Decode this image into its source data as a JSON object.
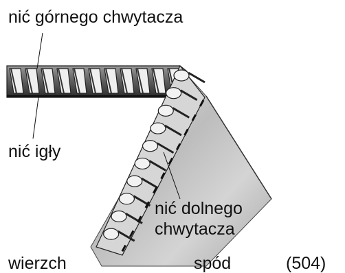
{
  "labels": {
    "upper_looper_thread": "nić górnego chwytacza",
    "needle_thread": "nić igły",
    "lower_looper_thread": "nić dolnego\nchwytacza",
    "lower_looper_thread_line1": "nić dolnego",
    "lower_looper_thread_line2": "chwytacza",
    "top_side": "wierzch",
    "under_side": "spód",
    "figure_number": "(504)"
  },
  "colors": {
    "thread_dark": "#1a1a1a",
    "fabric_shade": "#b9b9b9",
    "loop_fill": "#f2f2f2"
  }
}
